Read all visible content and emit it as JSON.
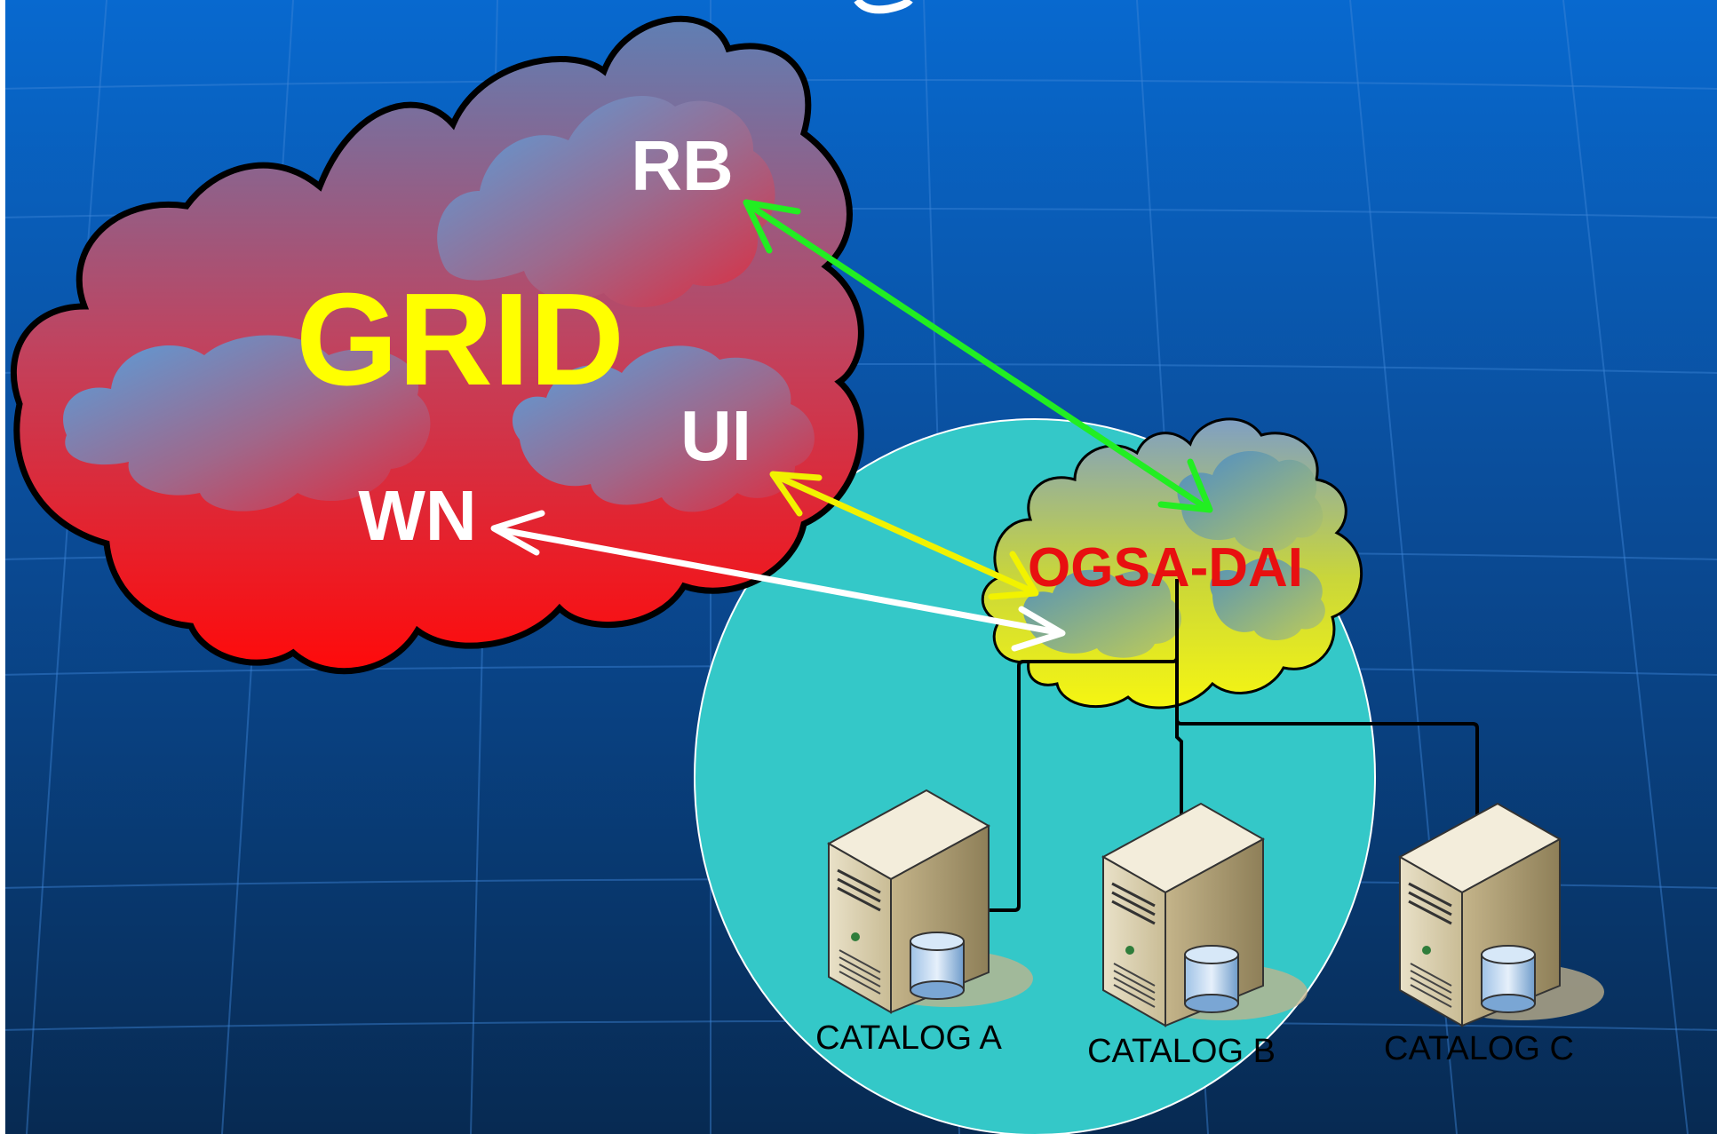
{
  "diagram": {
    "grid_title": "GRID",
    "nodes": {
      "rb": "RB",
      "ui": "UI",
      "wn": "WN",
      "ogsa": "OGSA-DAI"
    },
    "catalogs": [
      {
        "label": "CATALOG A"
      },
      {
        "label": "CATALOG B"
      },
      {
        "label": "CATALOG C"
      }
    ]
  },
  "colors": {
    "grid_title": "#ffff00",
    "node_text": "#ffffff",
    "ogsa_text": "#e81010",
    "zone_fill": "#34c8c8",
    "arrow_rb": "#22ee22",
    "arrow_ui": "#f2f200",
    "arrow_wn": "#ffffff"
  }
}
